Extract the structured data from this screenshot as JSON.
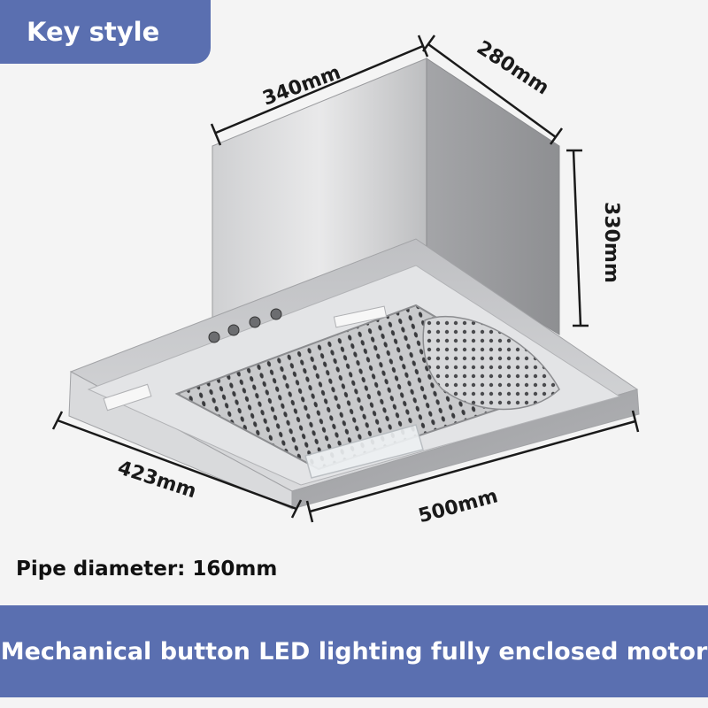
{
  "header": {
    "tag_label": "Key style"
  },
  "dimensions": {
    "chimney_width": "340mm",
    "chimney_depth": "280mm",
    "chimney_height": "330mm",
    "hood_depth": "423mm",
    "hood_width": "500mm"
  },
  "specs": {
    "pipe_diameter": "Pipe diameter: 160mm"
  },
  "banner": {
    "features": "Mechanical button LED lighting fully enclosed motor"
  },
  "colors": {
    "accent": "#5a6fb0",
    "background": "#f4f4f4"
  }
}
